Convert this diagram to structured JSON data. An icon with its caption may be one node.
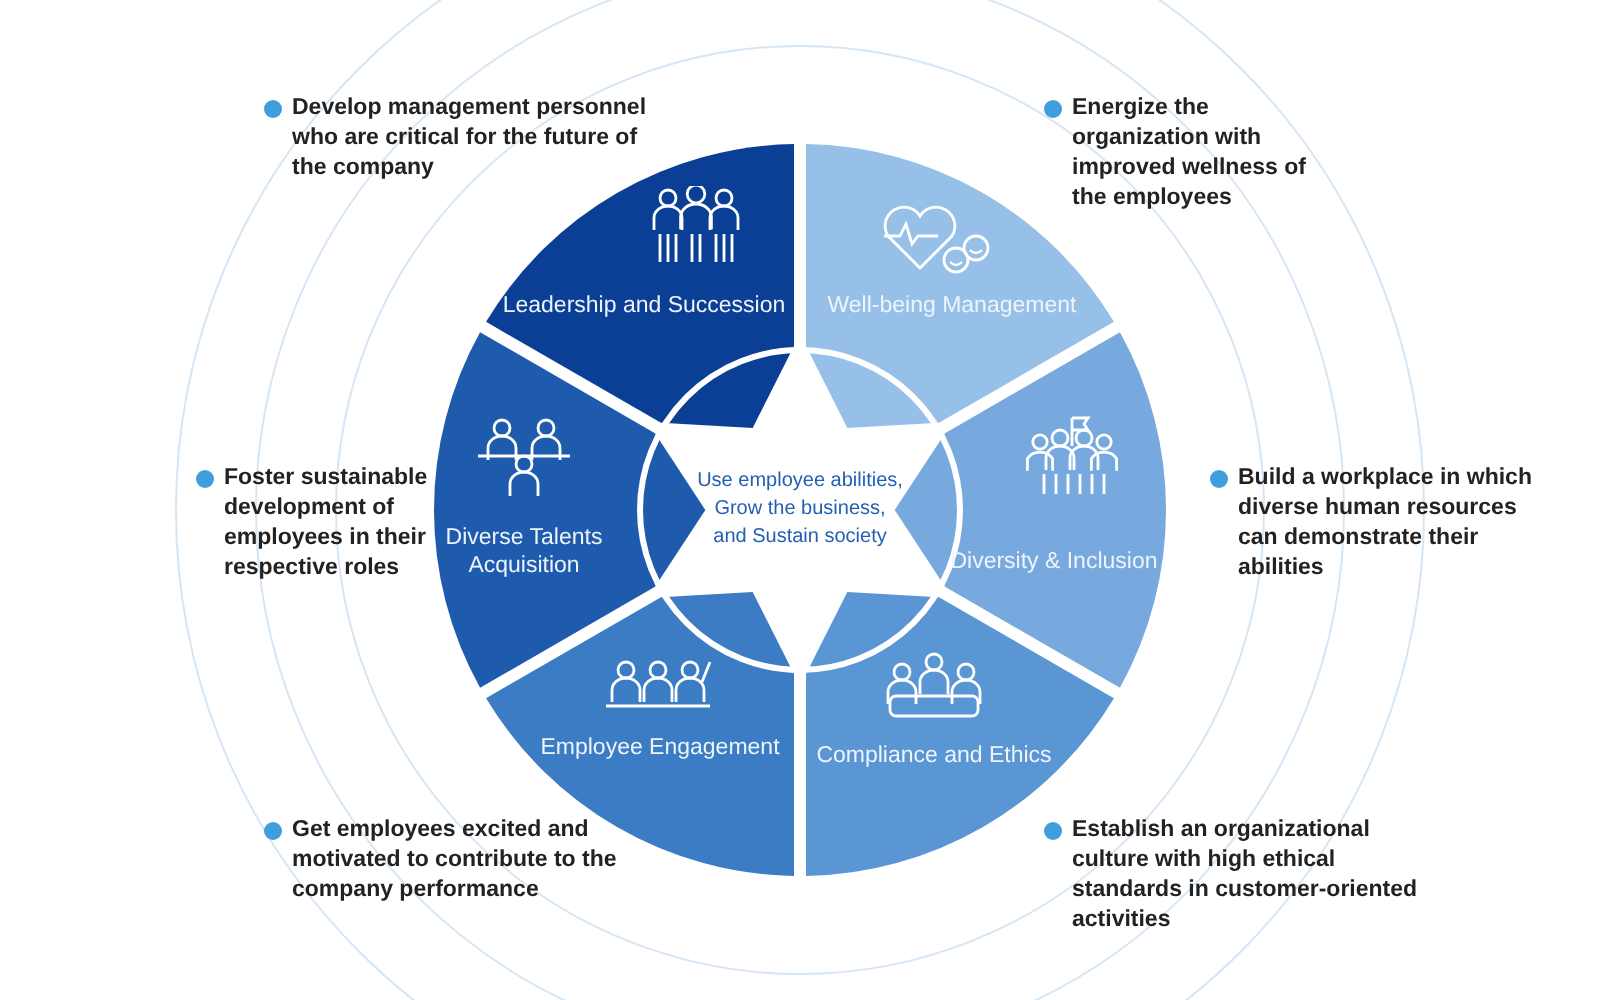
{
  "diagram": {
    "nodes": [
      {
        "text": [
          "Leadership and Succession"
        ]
      },
      {
        "text": [
          "Well-being Management"
        ]
      },
      {
        "text": [
          "Diverse Talents Acquisition"
        ]
      },
      {
        "text": [
          "Diversity & Inclusion"
        ]
      },
      {
        "text": [
          "Employee Engagement"
        ]
      },
      {
        "text": [
          "Compliance and Ethics"
        ]
      },
      {
        "text": [
          "Use employee abilities, Grow the business, and Sustain society"
        ]
      }
    ],
    "labels": [
      "Develop management personnel who are critical for the future of the company",
      "Energize the organization with improved wellness of the employees",
      "Foster sustainable development of employees in their respective roles",
      "Build a workplace in which diverse human resources can demonstrate their abilities",
      "Get employees excited and motivated to contribute to the company performance",
      "Establish an organizational culture with high ethical standards in customer-oriented activities"
    ]
  }
}
